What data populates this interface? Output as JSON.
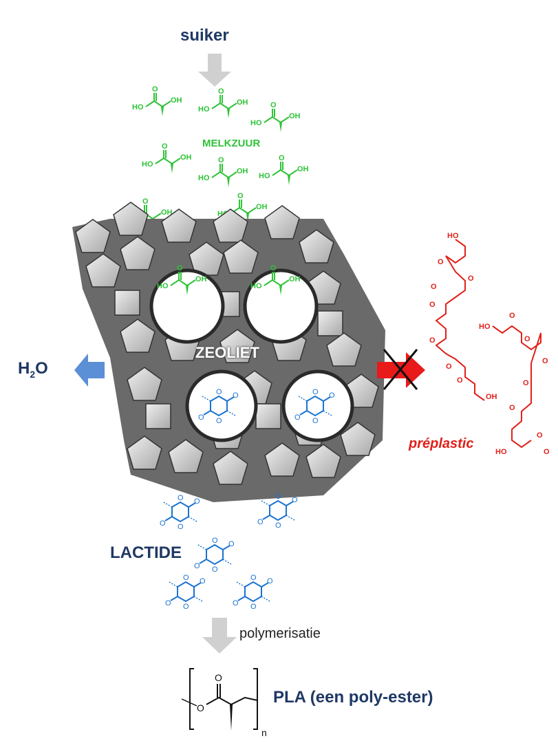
{
  "labels": {
    "suiker": "suiker",
    "melkzuur": "MELKZUUR",
    "zeoliet": "ZEOLIET",
    "h2o_main": "H",
    "h2o_sub": "2",
    "h2o_end": "O",
    "preplastic": "préplastic",
    "lactide": "LACTIDE",
    "polymerisatie": "polymerisatie",
    "pla": "PLA (een poly-ester)"
  },
  "atoms": {
    "ho": "HO",
    "oh": "OH",
    "o": "O",
    "n": "n"
  },
  "colors": {
    "title_navy": "#1f3864",
    "lactic_green": "#2ec337",
    "lactide_blue": "#1a73d0",
    "preplastic_red": "#e0201a",
    "arrow_gray": "#d0d0d0",
    "arrow_blue": "#5b8fd6",
    "zeolite_face": "#c8c8c8",
    "zeolite_dark": "#555555"
  }
}
